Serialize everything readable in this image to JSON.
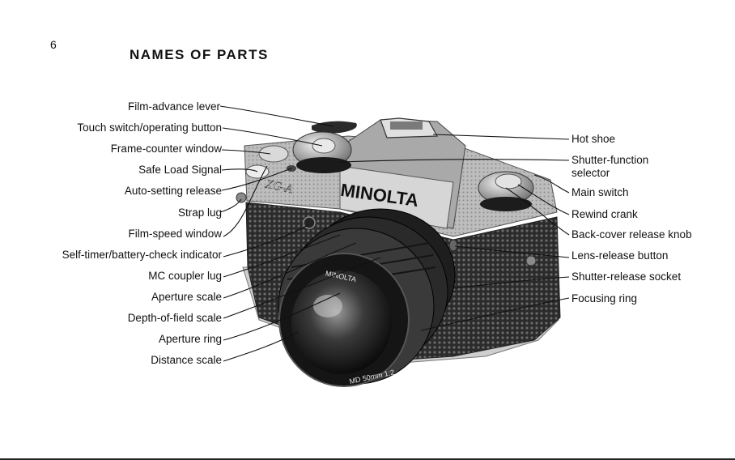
{
  "page_number": "6",
  "title": "NAMES OF PARTS",
  "camera": {
    "brand_text": "MINOLTA",
    "model_text": "XG-A",
    "lens_text": "MD 50mm 1:2"
  },
  "left_labels": [
    "Film-advance lever",
    "Touch switch/operating button",
    "Frame-counter window",
    "Safe Load Signal",
    "Auto-setting release",
    "Strap lug",
    "Film-speed window",
    "Self-timer/battery-check indicator",
    "MC coupler lug",
    "Aperture scale",
    "Depth-of-field scale",
    "Aperture ring",
    "Distance scale"
  ],
  "right_labels": [
    "Hot shoe",
    "Shutter-function selector",
    "Main switch",
    "Rewind crank",
    "Back-cover release knob",
    "Lens-release button",
    "Shutter-release socket",
    "Focusing ring"
  ]
}
